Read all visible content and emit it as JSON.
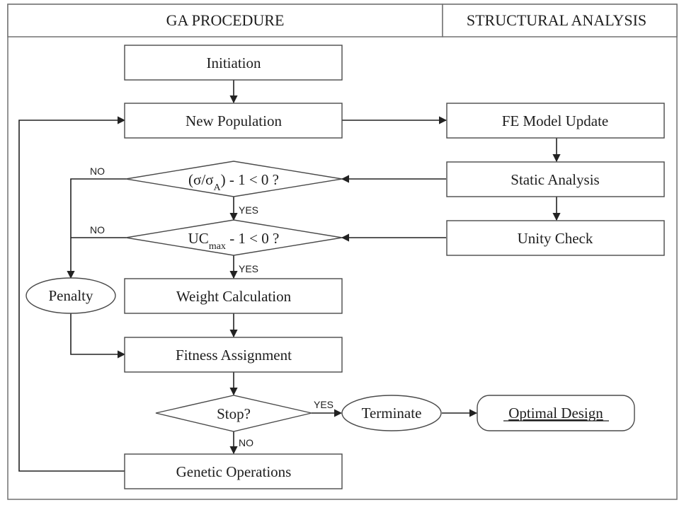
{
  "header": {
    "left_title": "GA PROCEDURE",
    "right_title": "STRUCTURAL ANALYSIS"
  },
  "nodes": {
    "initiation": "Initiation",
    "new_population": "New Population",
    "fe_model_update": "FE Model Update",
    "static_analysis": "Static Analysis",
    "unity_check": "Unity Check",
    "stress_check": {
      "prefix": "(σ/σ",
      "sub": "A",
      "suffix": ") - 1 < 0 ?"
    },
    "uc_check": {
      "prefix": "UC",
      "sub": "max",
      "suffix": " - 1 < 0 ?"
    },
    "penalty": "Penalty",
    "weight_calculation": "Weight Calculation",
    "fitness_assignment": "Fitness Assignment",
    "stop": "Stop?",
    "terminate": "Terminate",
    "optimal_design": "Optimal Design",
    "genetic_operations": "Genetic Operations"
  },
  "edge_labels": {
    "stress_no": "NO",
    "stress_yes": "YES",
    "uc_no": "NO",
    "uc_yes": "YES",
    "stop_yes": "YES",
    "stop_no": "NO"
  },
  "colors": {
    "line": "#222222",
    "border": "#4a4a4a",
    "text": "#1e1e1e",
    "background": "#ffffff"
  }
}
